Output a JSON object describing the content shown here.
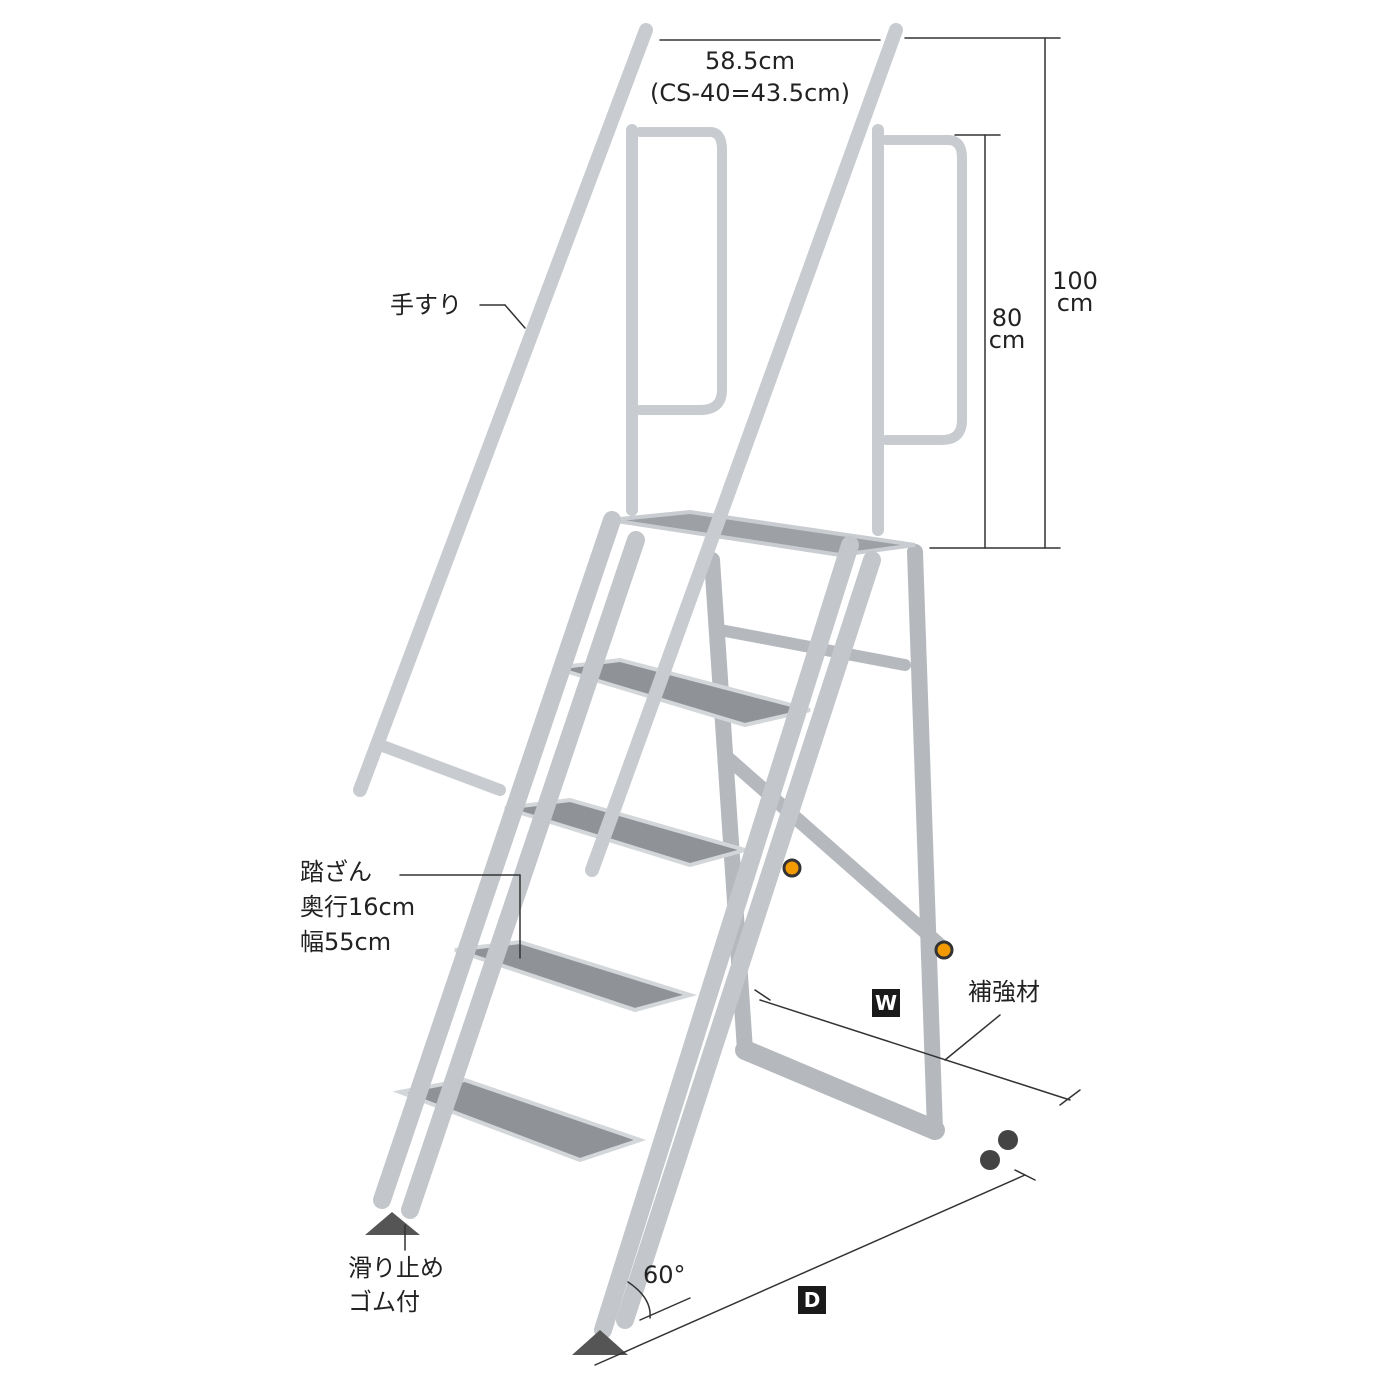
{
  "dimensions": {
    "width": "58.5cm",
    "width_variant": "(CS-40=43.5cm)",
    "total_height_value": "100",
    "total_height_unit": "cm",
    "handrail_height_value": "80",
    "handrail_height_unit": "cm",
    "angle": "60°"
  },
  "labels": {
    "handrail": "手すり",
    "step_title": "踏ざん",
    "step_depth": "奥行16cm",
    "step_width": "幅55cm",
    "brace": "補強材",
    "antislip_line1": "滑り止め",
    "antislip_line2": "ゴム付",
    "w_marker": "W",
    "d_marker": "D"
  },
  "colors": {
    "aluminum": "#c9ccd0",
    "aluminum_dark": "#8e9297",
    "knob": "#f39a00",
    "line": "#333333"
  }
}
